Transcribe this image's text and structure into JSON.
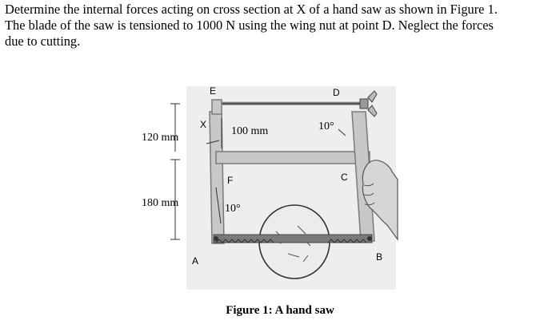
{
  "problem": {
    "lines": [
      "Determine the internal forces acting on cross section at X of a hand saw as shown in Figure 1.",
      "The blade of the saw is tensioned to 1000 N using the wing nut at point D.  Neglect the forces",
      "due to cutting."
    ]
  },
  "figure": {
    "labels": {
      "E": "E",
      "D": "D",
      "X": "X",
      "C": "C",
      "F": "F",
      "A": "A",
      "B": "B",
      "dim_120": "120 mm",
      "dim_180": "180 mm",
      "dim_100": "100 mm",
      "angle_top": "10°",
      "angle_bottom": "10°"
    },
    "caption": "Figure 1: A hand saw"
  }
}
